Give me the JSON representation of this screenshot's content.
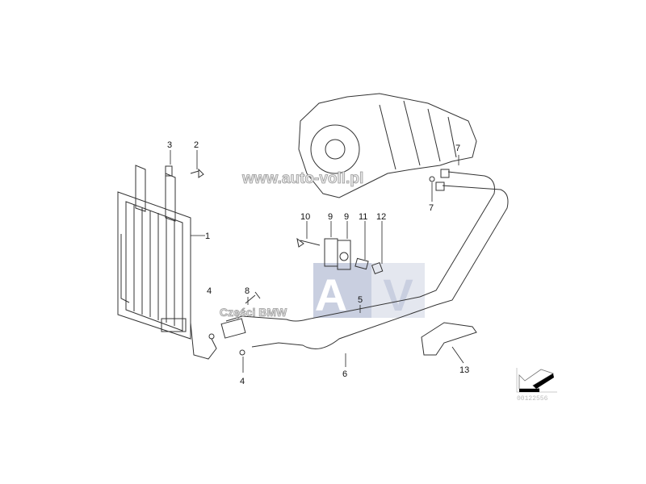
{
  "diagram": {
    "callouts": [
      {
        "id": "c1",
        "label": "1"
      },
      {
        "id": "c2",
        "label": "2"
      },
      {
        "id": "c3",
        "label": "3"
      },
      {
        "id": "c4a",
        "label": "4"
      },
      {
        "id": "c4b",
        "label": "4"
      },
      {
        "id": "c5",
        "label": "5"
      },
      {
        "id": "c6",
        "label": "6"
      },
      {
        "id": "c7a",
        "label": "7"
      },
      {
        "id": "c7b",
        "label": "7"
      },
      {
        "id": "c8",
        "label": "8"
      },
      {
        "id": "c9a",
        "label": "9"
      },
      {
        "id": "c9b",
        "label": "9"
      },
      {
        "id": "c10",
        "label": "10"
      },
      {
        "id": "c11",
        "label": "11"
      },
      {
        "id": "c12",
        "label": "12"
      },
      {
        "id": "c13",
        "label": "13"
      }
    ],
    "drawing_code": "00122556"
  },
  "watermarks": {
    "site": "www.auto-voll.pl",
    "parts": "Części BMW",
    "logo_left": "A",
    "logo_right": "V"
  },
  "colors": {
    "logo_box": "#c9cfe0",
    "line": "#333333"
  }
}
